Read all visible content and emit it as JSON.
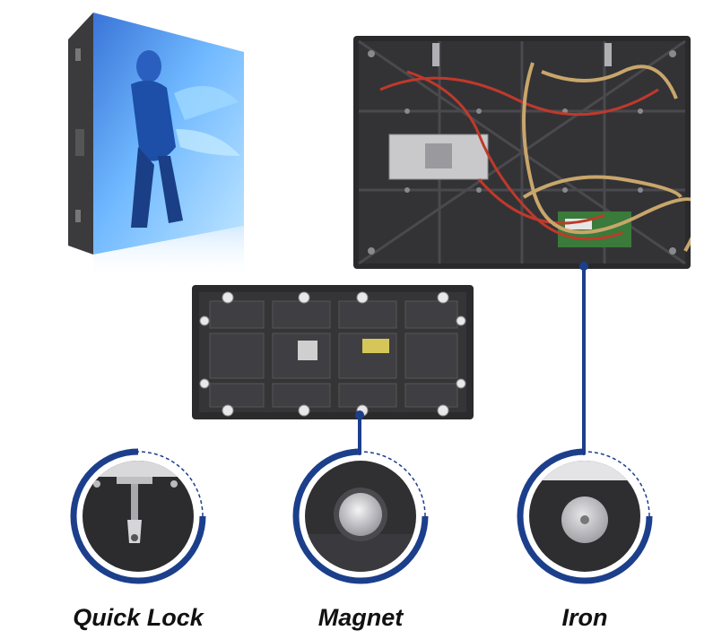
{
  "features": [
    {
      "label": "Quick Lock",
      "icon": "quick-lock-photo"
    },
    {
      "label": "Magnet",
      "icon": "magnet-photo"
    },
    {
      "label": "Iron",
      "icon": "iron-plate-photo"
    }
  ],
  "colors": {
    "accent": "#1c3f8c",
    "cabinet": "#2a2a2c",
    "cable_red": "#c0392b",
    "cable_tan": "#c9a66b",
    "pcb_green": "#3a7a3a"
  }
}
